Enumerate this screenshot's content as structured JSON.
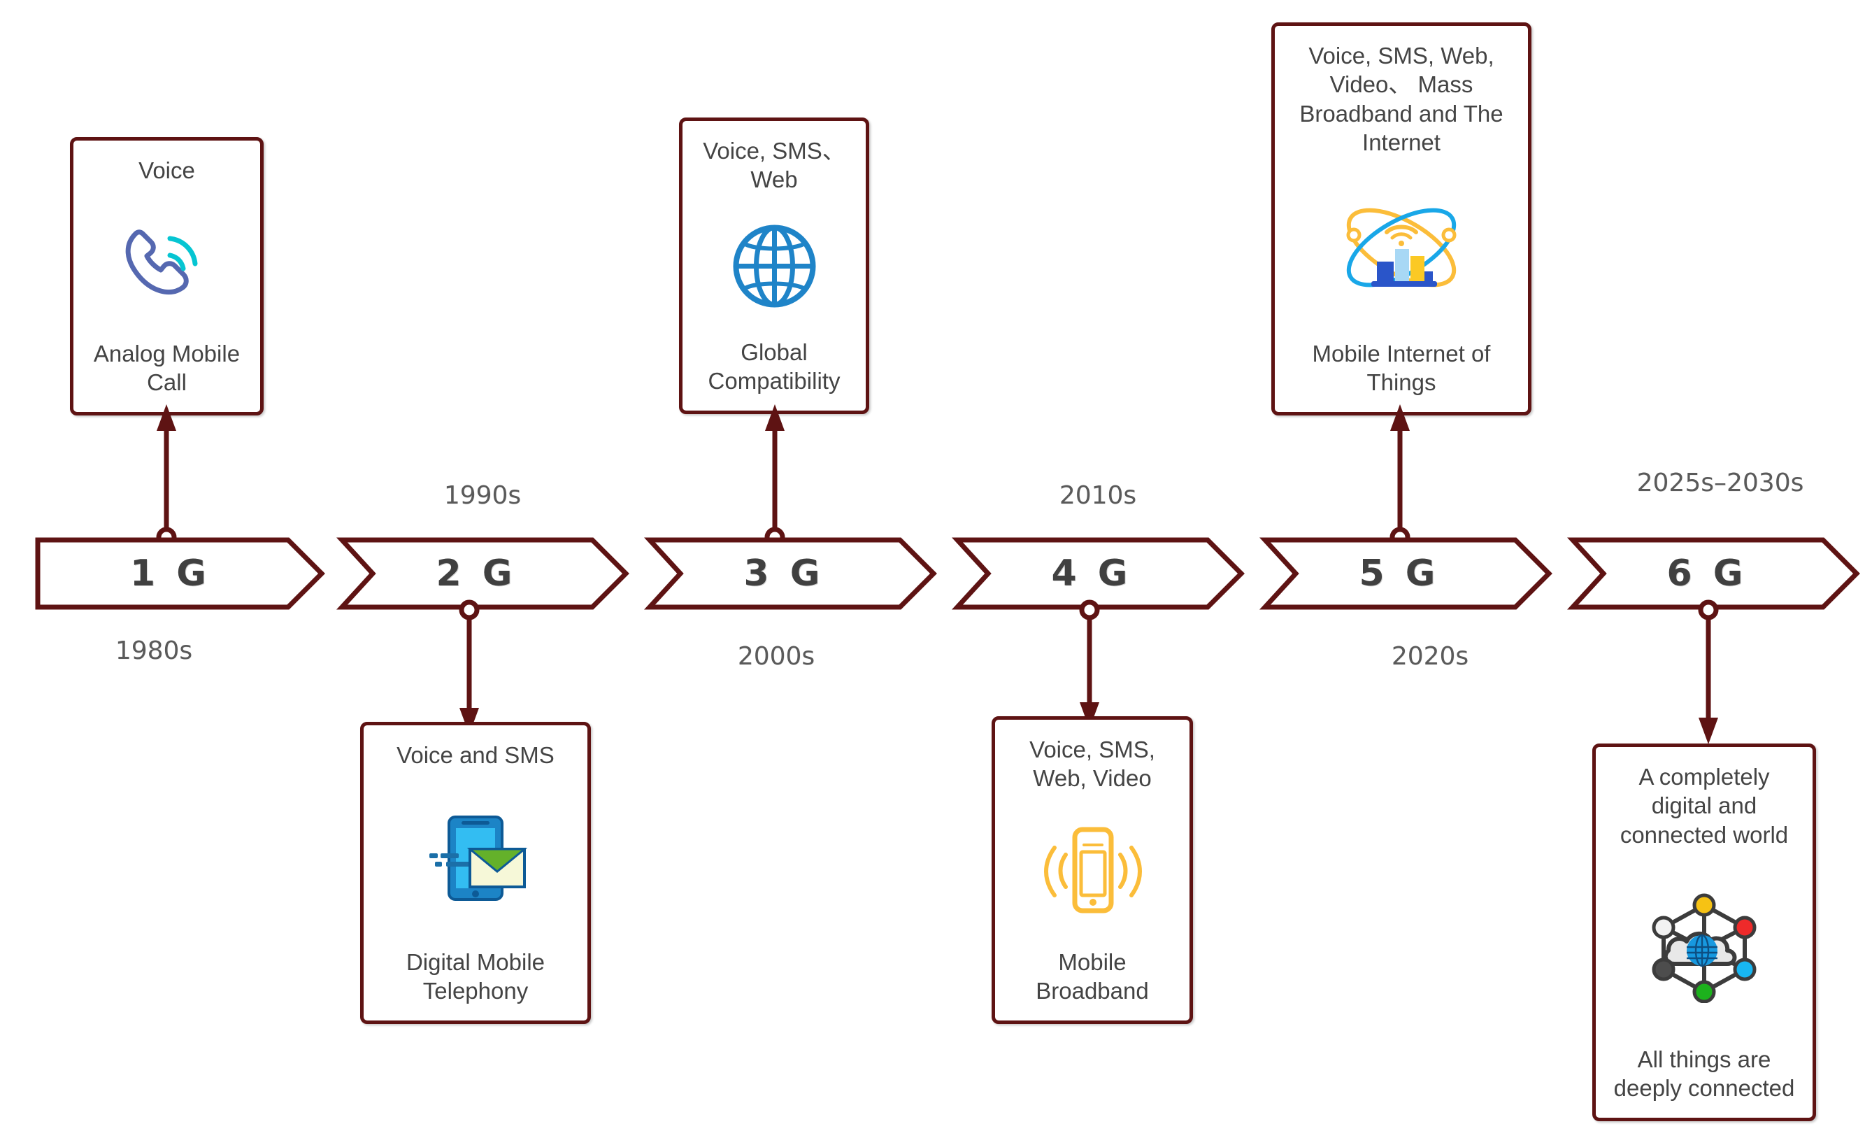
{
  "diagram": {
    "title": "Mobile network generations timeline",
    "colors": {
      "accent_dark_red": "#5e1313",
      "label_gray": "#444444",
      "year_gray": "#5a5a5a",
      "gen_text": "#404040",
      "background": "#ffffff"
    }
  },
  "timeline": {
    "generations": [
      {
        "id": "1g",
        "label": "1 G",
        "year": "1980s",
        "year_position": "below",
        "card_position": "above",
        "card": {
          "top_text": "Voice",
          "bottom_text": "Analog Mobile Call",
          "icon": "phone-call-icon"
        }
      },
      {
        "id": "2g",
        "label": "2 G",
        "year": "1990s",
        "year_position": "above",
        "card_position": "below",
        "card": {
          "top_text": "Voice and SMS",
          "bottom_text": "Digital Mobile Telephony",
          "icon": "phone-sms-envelope-icon"
        }
      },
      {
        "id": "3g",
        "label": "3 G",
        "year": "2000s",
        "year_position": "below",
        "card_position": "above",
        "card": {
          "top_text": "Voice, SMS、Web",
          "bottom_text": "Global Compatibility",
          "icon": "globe-icon"
        }
      },
      {
        "id": "4g",
        "label": "4 G",
        "year": "2010s",
        "year_position": "above",
        "card_position": "below",
        "card": {
          "top_text": "Voice, SMS, Web, Video",
          "bottom_text": "Mobile Broadband",
          "icon": "vibrating-smartphone-icon"
        }
      },
      {
        "id": "5g",
        "label": "5 G",
        "year": "2020s",
        "year_position": "below",
        "card_position": "above",
        "card": {
          "top_text": "Voice, SMS, Web, Video、 Mass Broadband and The Internet",
          "bottom_text": "Mobile Internet of Things",
          "icon": "iot-orbit-chart-icon"
        }
      },
      {
        "id": "6g",
        "label": "6 G",
        "year": "2025s–2030s",
        "year_position": "above",
        "card_position": "below",
        "card": {
          "top_text": "A completely digital and connected world",
          "bottom_text": "All things are deeply connected",
          "icon": "connected-cloud-network-icon"
        }
      }
    ]
  }
}
